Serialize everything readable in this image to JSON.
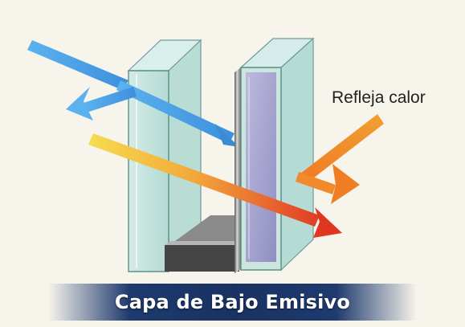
{
  "labels": {
    "reflects_heat": "Refleja calor",
    "title": "Capa de Bajo Emisivo"
  },
  "colors": {
    "light_arrow": "#4ea6e8",
    "heat_arrow_start": "#f5d547",
    "heat_arrow_end": "#e2452a",
    "reflected_heat_arrow": "#f29a2e",
    "glass_tint": "#9fd6cf",
    "coated_glass_tint": "#9c95c9",
    "banner": "#1e3a6e"
  },
  "icons": [
    "light-ray-arrow",
    "reflected-light-arrow",
    "heat-ray-arrow",
    "reflected-heat-arrow",
    "glass-pane",
    "spacer-bar",
    "low-e-coating"
  ]
}
